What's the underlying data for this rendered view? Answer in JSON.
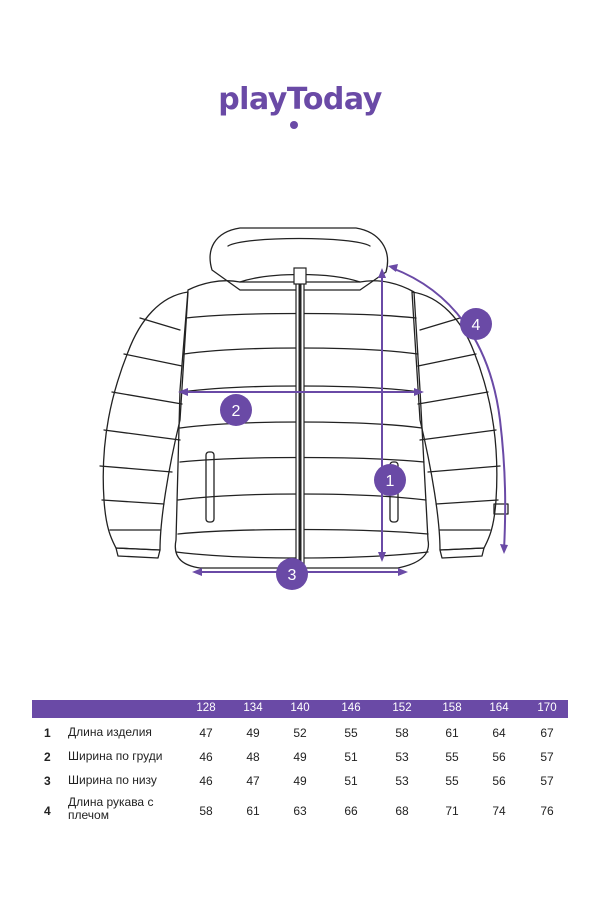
{
  "brand": {
    "logo_text": "playToday",
    "accent_color": "#6a4aa6"
  },
  "diagram": {
    "markers": [
      "1",
      "2",
      "3",
      "4"
    ]
  },
  "size_table": {
    "sizes": [
      "128",
      "134",
      "140",
      "146",
      "152",
      "158",
      "164",
      "170"
    ],
    "rows": [
      {
        "num": "1",
        "label": "Длина изделия",
        "values": [
          "47",
          "49",
          "52",
          "55",
          "58",
          "61",
          "64",
          "67"
        ]
      },
      {
        "num": "2",
        "label": "Ширина по груди",
        "values": [
          "46",
          "48",
          "49",
          "51",
          "53",
          "55",
          "56",
          "57"
        ]
      },
      {
        "num": "3",
        "label": "Ширина по низу",
        "values": [
          "46",
          "47",
          "49",
          "51",
          "53",
          "55",
          "56",
          "57"
        ]
      },
      {
        "num": "4",
        "label": "Длина рукава с плечом",
        "values": [
          "58",
          "61",
          "63",
          "66",
          "68",
          "71",
          "74",
          "76"
        ]
      }
    ]
  }
}
